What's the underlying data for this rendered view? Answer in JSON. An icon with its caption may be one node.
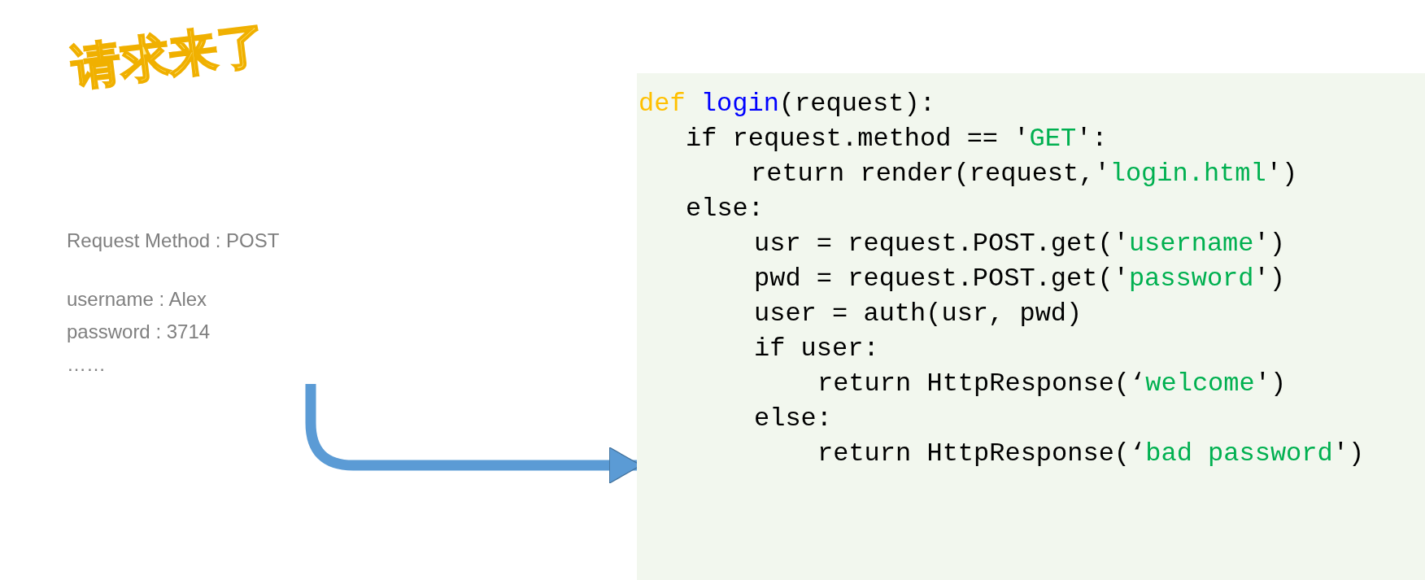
{
  "diagram": {
    "title": "请求来了",
    "nodes": [
      {
        "text": [
          "Request Method : POST",
          "username : Alex",
          "password : 3714",
          "……"
        ]
      },
      {
        "text": [
          "def login(request):",
          "if request.method == 'GET':",
          "return render(request,'login.html')",
          "else:",
          "usr = request.POST.get('username')",
          "pwd = request.POST.get('password')",
          "user = auth(usr, pwd)",
          "if user:",
          "return HttpResponse(‘welcome')",
          "else:",
          "return HttpResponse(‘bad password')"
        ]
      }
    ],
    "edges": [
      {
        "from": 0,
        "to": 1,
        "arrow": "to"
      }
    ]
  }
}
